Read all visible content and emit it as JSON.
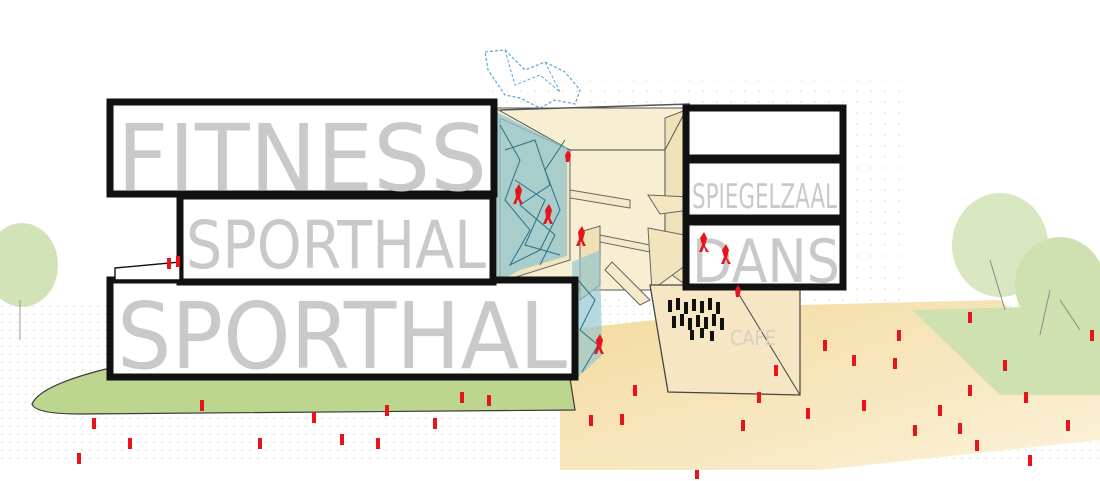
{
  "labels": {
    "fitness": "FITNESS",
    "sporthal_upper": "SPORTHAL",
    "sporthal_lower": "SPORTHAL",
    "spiegelzaal": "SPIEGELZAAL",
    "dans": "DANS",
    "cafe": "CAFE"
  },
  "colors": {
    "outline": "#111111",
    "label_text": "#c9c9c9",
    "lawn": "#bcd58f",
    "plaza": "#f4dfa8",
    "interior_wall": "#f8efd3",
    "climbing_wall": "#8fc4cf",
    "climbing_lines": "#2d6f86",
    "people": "#e8141b",
    "tree_canopy": "#d2e3b8",
    "dots": "#cfcfcf"
  }
}
